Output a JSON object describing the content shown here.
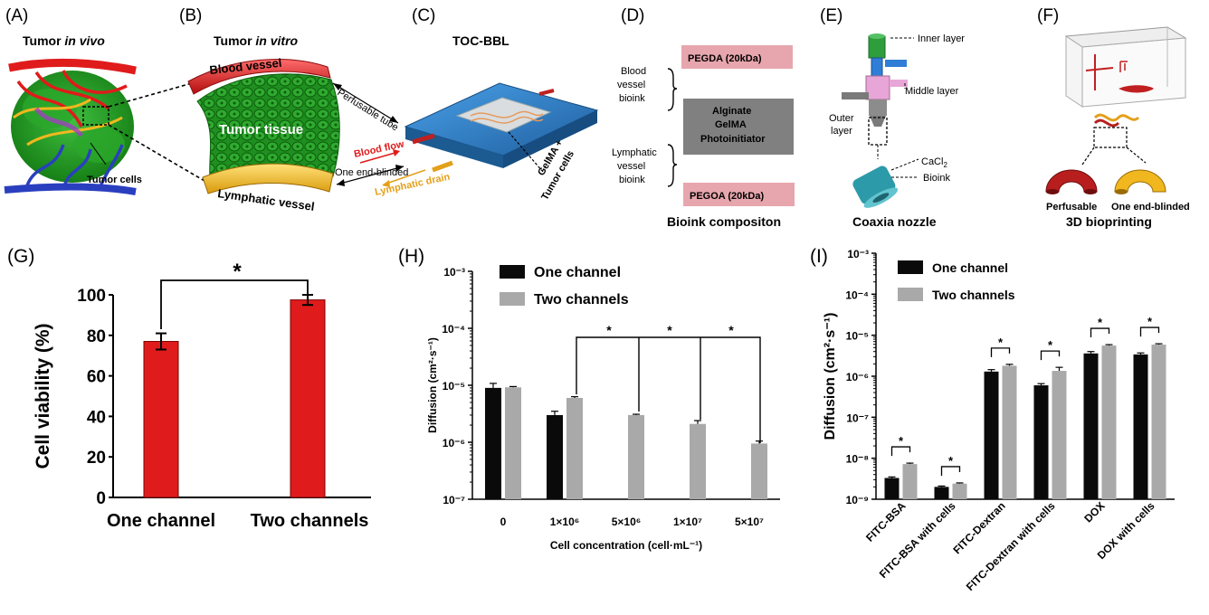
{
  "colors": {
    "red": "#e01b1b",
    "tumor_green": "#1d9a1d",
    "lymph_yellow": "#f0b81e",
    "channel_blue": "#2f7fc6",
    "bar_black": "#0a0a0a",
    "bar_grey": "#a9a9a9",
    "pegda_pink": "#e7a6ad",
    "gelma_grey": "#808080",
    "nozzle_green": "#2d9e3b",
    "nozzle_blue": "#2f7dd6",
    "nozzle_pink": "#e7a6d7",
    "nozzle_teal": "#2c9aa8"
  },
  "panels": {
    "A": {
      "letter": "(A)",
      "title_pre": "Tumor ",
      "title_em": "in vivo",
      "cells_label": "Tumor cells"
    },
    "B": {
      "letter": "(B)",
      "title_pre": "Tumor ",
      "title_em": "in vitro",
      "blood_vessel": "Blood vessel",
      "tumor_tissue": "Tumor tissue",
      "lymphatic_vessel": "Lymphatic vessel",
      "perfusable_tube": "Perfusable tube",
      "blood_flow": "Blood flow",
      "one_end_blinded": "One end-blinded",
      "lymphatic_drain": "Lymphatic drain"
    },
    "C": {
      "letter": "(C)",
      "title": "TOC-BBL",
      "gelma_line1": "GelMA +",
      "gelma_line2": "Tumor cells"
    },
    "D": {
      "letter": "(D)",
      "pegda": "PEGDA (20kDa)",
      "blood_bioink_1": "Blood",
      "blood_bioink_2": "vessel",
      "blood_bioink_3": "bioink",
      "center_1": "Alginate",
      "center_2": "GelMA",
      "center_3": "Photoinitiator",
      "lymph_bioink_1": "Lymphatic",
      "lymph_bioink_2": "vessel",
      "lymph_bioink_3": "bioink",
      "pegoa": "PEGOA (20kDa)",
      "caption": "Bioink compositon"
    },
    "E": {
      "letter": "(E)",
      "inner_layer": "Inner layer",
      "middle_layer": "Middle layer",
      "outer_layer_1": "Outer",
      "outer_layer_2": "layer",
      "cacl2": "CaCl",
      "cacl2_sub": "2",
      "bioink": "Bioink",
      "caption": "Coaxia nozzle"
    },
    "F": {
      "letter": "(F)",
      "perfusable": "Perfusable",
      "one_end_blinded": "One end-blinded",
      "caption": "3D bioprinting"
    },
    "G": {
      "letter": "(G)",
      "star": "*"
    },
    "H": {
      "letter": "(H)",
      "star": "*"
    },
    "I": {
      "letter": "(I)",
      "star": "*"
    }
  },
  "chart_data": [
    {
      "id": "G",
      "type": "bar",
      "categories": [
        "One channel",
        "Two channels"
      ],
      "values": [
        77,
        97.5
      ],
      "errors": [
        4,
        2.5
      ],
      "ylabel": "Cell viability (%)",
      "xlabel": "",
      "ylim": [
        0,
        100
      ],
      "yticks": [
        "0",
        "20",
        "40",
        "60",
        "80",
        "100"
      ],
      "significance": [
        {
          "between": [
            0,
            1
          ],
          "label": "*"
        }
      ]
    },
    {
      "id": "H",
      "type": "bar",
      "scale": "log",
      "categories": [
        "0",
        "1×10⁶",
        "5×10⁶",
        "1×10⁷",
        "5×10⁷"
      ],
      "series": [
        {
          "name": "One channel",
          "values": [
            9e-06,
            3e-06,
            null,
            null,
            null
          ],
          "errors": [
            1.8e-06,
            5e-07,
            null,
            null,
            null
          ]
        },
        {
          "name": "Two channels",
          "values": [
            9.2e-06,
            6e-06,
            3e-06,
            2.1e-06,
            9.5e-07
          ],
          "errors": [
            3e-07,
            3e-07,
            1e-07,
            3e-07,
            1e-07
          ]
        }
      ],
      "ylabel": "Diffusion (cm²·s⁻¹)",
      "xlabel": "Cell concentration (cell·mL⁻¹)",
      "ylim": [
        1e-07,
        0.001
      ],
      "yticks": [
        "10⁻³",
        "10⁻⁴",
        "10⁻⁵",
        "10⁻⁶",
        "10⁻⁷"
      ],
      "legend": "top-left",
      "significance_label": "*"
    },
    {
      "id": "I",
      "type": "bar",
      "scale": "log",
      "categories": [
        "FITC-BSA",
        "FITC-BSA with cells",
        "FITC-Dextran",
        "FITC-Dextran  with cells",
        "DOX",
        "DOX with cells"
      ],
      "series": [
        {
          "name": "One channel",
          "values": [
            3.3e-09,
            2e-09,
            1.3e-06,
            6e-07,
            3.6e-06,
            3.4e-06
          ],
          "errors": [
            2e-10,
            1e-10,
            1.5e-07,
            6e-08,
            4e-07,
            3e-07
          ]
        },
        {
          "name": "Two channels",
          "values": [
            7.2e-09,
            2.4e-09,
            1.8e-06,
            1.35e-06,
            5.6e-06,
            5.9e-06
          ],
          "errors": [
            4e-10,
            1e-10,
            1.5e-07,
            3e-07,
            3e-07,
            3e-07
          ]
        }
      ],
      "ylabel": "Diffusion (cm²·s⁻¹)",
      "xlabel": "",
      "ylim": [
        1e-09,
        0.001
      ],
      "yticks": [
        "10⁻³",
        "10⁻⁴",
        "10⁻⁵",
        "10⁻⁶",
        "10⁻⁷",
        "10⁻⁸",
        "10⁻⁹"
      ],
      "legend": "top-left",
      "significance_label": "*"
    }
  ]
}
